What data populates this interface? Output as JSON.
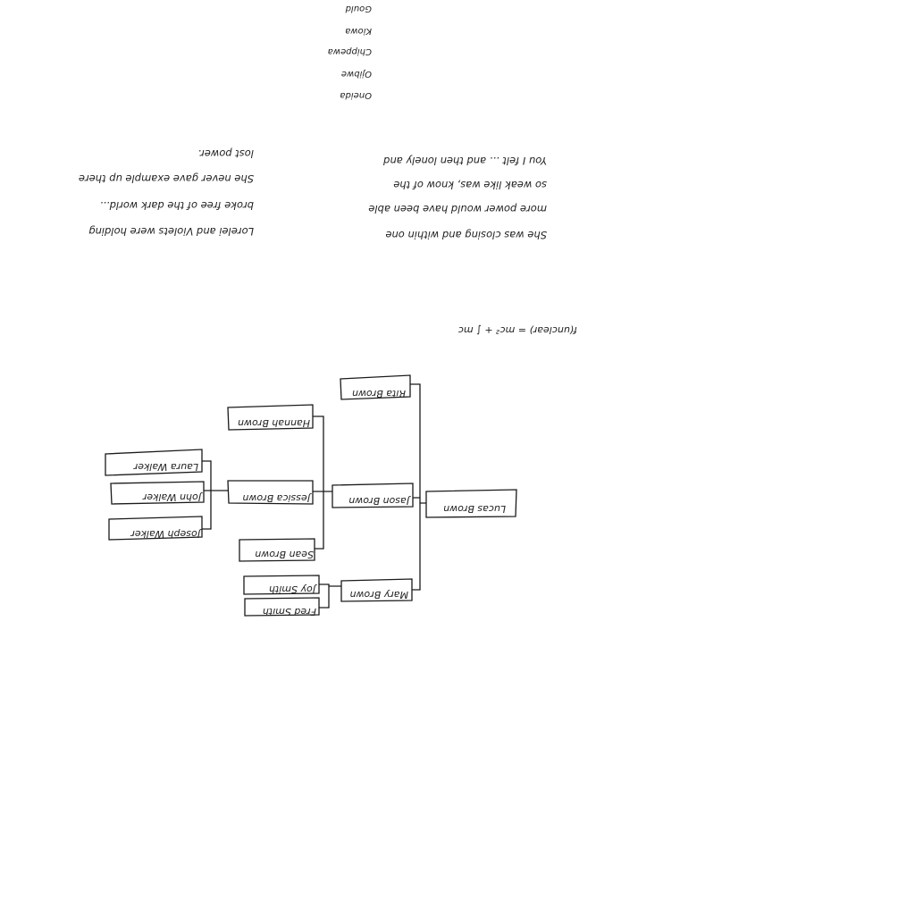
{
  "top_list": [
    "Gould",
    "Kiowa",
    "Chippewa",
    "Ojibwe",
    "Oneida"
  ],
  "paragraph_right": [
    "You I felt ... and then lonely and",
    "so weak like was, know of the",
    "more power would have been able",
    "She was closing and within one"
  ],
  "paragraph_left": [
    "lost power.",
    "She never gave example up there",
    "broke free of the dark world...",
    "Lorelei and Violets were holding"
  ],
  "formula": "f(unclear) = mc² + ∫ mc",
  "family_tree": {
    "root": "Lucas Brown",
    "level1": [
      "Rita Brown",
      "Jason Brown",
      "Mary Brown"
    ],
    "level2": [
      "Hannah Brown",
      "Jessica Brown",
      "Sean Brown",
      "Joy Smith",
      "Fred Smith"
    ],
    "level3": [
      "Laura Walker",
      "John Walker",
      "Joseph Walker"
    ]
  }
}
